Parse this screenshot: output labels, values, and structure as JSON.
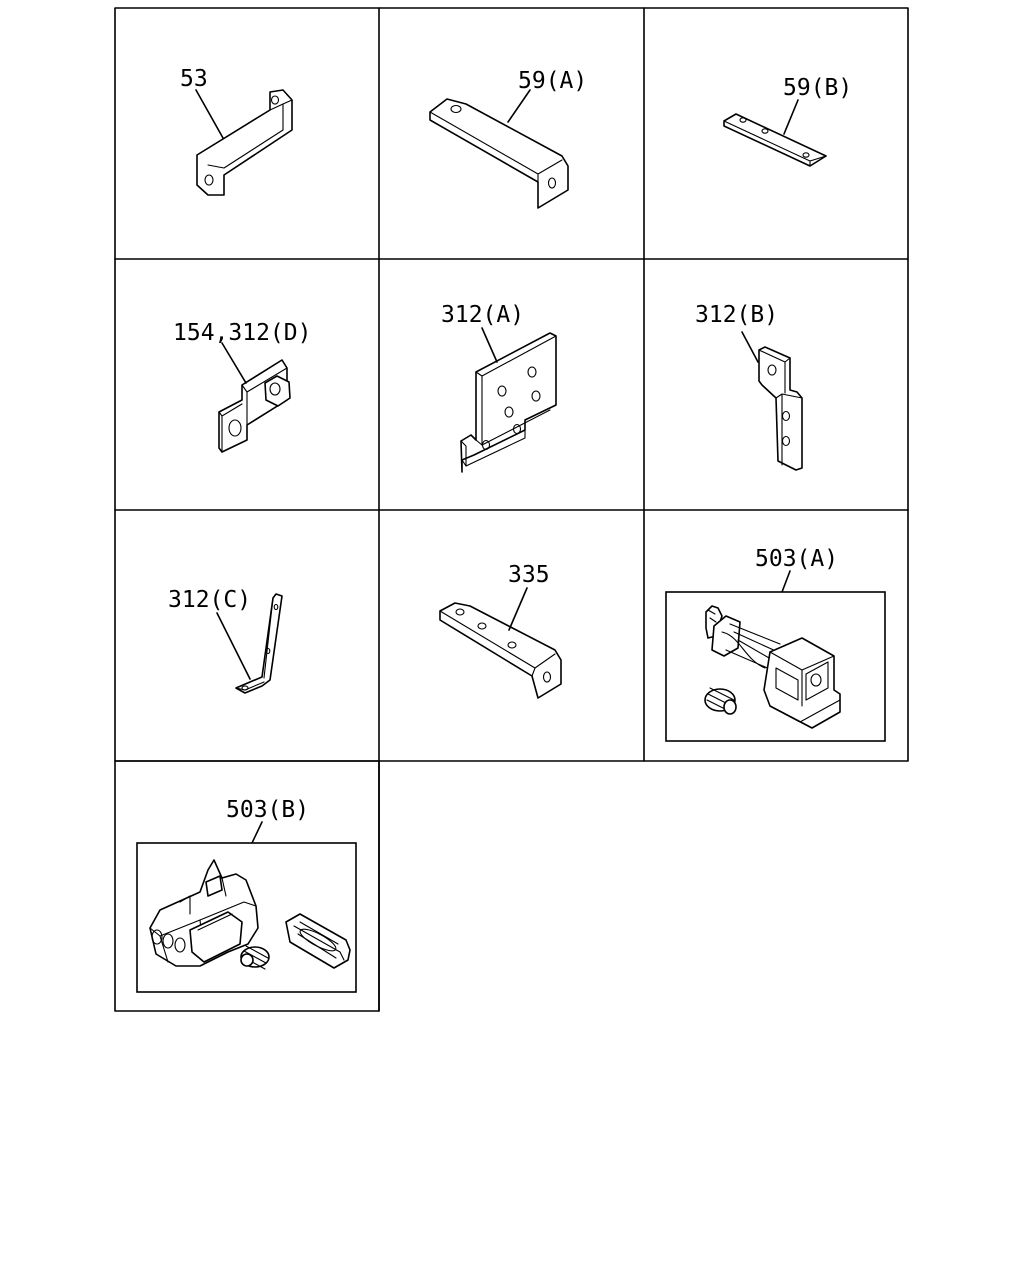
{
  "cells": [
    {
      "label": "53",
      "part": "bracket-53"
    },
    {
      "label": "59(A)",
      "part": "bracket-59a"
    },
    {
      "label": "59(B)",
      "part": "plate-59b"
    },
    {
      "label": "154,312(D)",
      "part": "bracket-154-312d"
    },
    {
      "label": "312(A)",
      "part": "bracket-312a"
    },
    {
      "label": "312(B)",
      "part": "bracket-312b"
    },
    {
      "label": "312(C)",
      "part": "bracket-312c"
    },
    {
      "label": "335",
      "part": "bracket-335"
    },
    {
      "label": "503(A)",
      "part": "connector-503a"
    },
    {
      "label": "503(B)",
      "part": "connector-503b"
    }
  ]
}
